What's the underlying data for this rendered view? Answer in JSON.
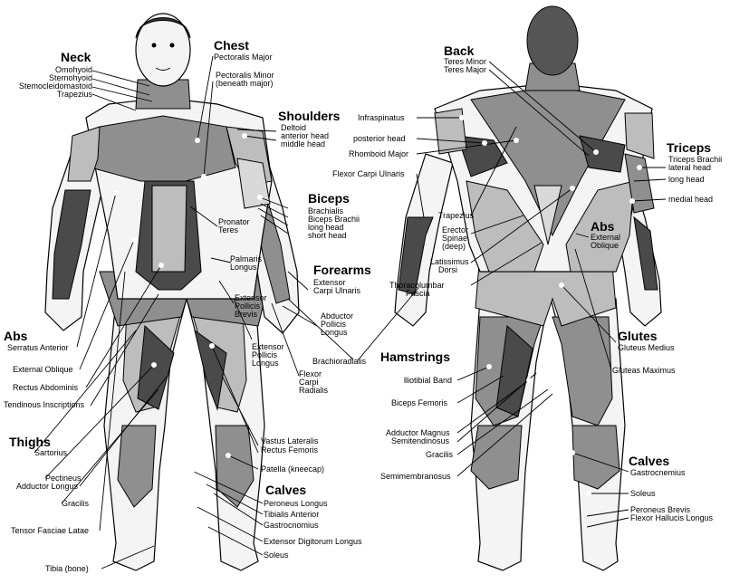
{
  "front": {
    "groups": [
      {
        "id": "neck",
        "title": "Neck",
        "items": [
          "Omohyoid",
          "Sternohyoid",
          "Stemocleidomastoid",
          "Trapezius"
        ]
      },
      {
        "id": "chest",
        "title": "Chest",
        "items": [
          "Pectoralis Major",
          "Pectoralis Minor",
          "(beneath major)"
        ]
      },
      {
        "id": "shoulders",
        "title": "Shoulders",
        "items": [
          "Deltoid",
          "anterior head",
          "middle head"
        ]
      },
      {
        "id": "biceps",
        "title": "Biceps",
        "items": [
          "Brachialis",
          "Biceps Brachii",
          "long head",
          "short head"
        ]
      },
      {
        "id": "forearms",
        "title": "Forearms",
        "items": [
          "Extensor",
          "Carpi Ulnaris"
        ]
      },
      {
        "id": "abs",
        "title": "Abs",
        "items": [
          "Serratus Anterior",
          "External Oblique",
          "Rectus Abdominis",
          "Tendinous Inscriptions"
        ]
      },
      {
        "id": "thighs",
        "title": "Thighs",
        "items": [
          "Sartorius",
          "Pectineus",
          "Adductor Longus",
          "Gracilis",
          "Tensor Fasciae Latae",
          "Tibia (bone)"
        ]
      },
      {
        "id": "calves",
        "title": "Calves",
        "items": [
          "Peroneus Longus",
          "Tibialis Anterior",
          "Gastrocnomius",
          "Extensor Digitorum Longus",
          "Soleus"
        ]
      }
    ],
    "loose": [
      {
        "id": "pronator",
        "lines": [
          "Pronator",
          "Teres"
        ]
      },
      {
        "id": "palmaris",
        "lines": [
          "Palmaris",
          "Longus"
        ]
      },
      {
        "id": "ext-pollicis-brevis",
        "lines": [
          "Extensor",
          "Pollicis",
          "Brevis"
        ]
      },
      {
        "id": "abd-pollicis",
        "lines": [
          "Abductor",
          "Pollicis",
          "Longus"
        ]
      },
      {
        "id": "ext-pollicis-longus",
        "lines": [
          "Extensor",
          "Pollicis",
          "Longus"
        ]
      },
      {
        "id": "flexor-carpi-radialis",
        "lines": [
          "Flexor",
          "Carpi",
          "Radialis"
        ]
      },
      {
        "id": "brachioradialis",
        "lines": [
          "Brachioradialis"
        ]
      },
      {
        "id": "vastus",
        "lines": [
          "Vastus Lateralis",
          "Rectus Femoris"
        ]
      },
      {
        "id": "patella",
        "lines": [
          "Patella (kneecap)"
        ]
      }
    ]
  },
  "back": {
    "groups": [
      {
        "id": "back",
        "title": "Back",
        "items": [
          "Teres Minor",
          "Teres Major"
        ]
      },
      {
        "id": "triceps",
        "title": "Triceps",
        "items": [
          "Triceps Brachii",
          "lateral head",
          "long head",
          "medial head"
        ]
      },
      {
        "id": "abs-back",
        "title": "Abs",
        "items": [
          "External",
          "Oblique"
        ]
      },
      {
        "id": "glutes",
        "title": "Glutes",
        "items": [
          "Gluteus Medius",
          "Gluteas Maximus"
        ]
      },
      {
        "id": "hamstrings",
        "title": "Hamstrings",
        "items": [
          "lliotibial Band",
          "Biceps Femoris",
          "Adductor Magnus",
          "Semitendinosus",
          "Gracilis",
          "Semimembranosus"
        ]
      },
      {
        "id": "calves-back",
        "title": "Calves",
        "items": [
          "Gastrocnemius",
          "Soleus",
          "Peroneus Brevis",
          "Flexor Hallucis Longus"
        ]
      }
    ],
    "loose": [
      {
        "id": "infraspinatus",
        "lines": [
          "Infraspinatus"
        ]
      },
      {
        "id": "posterior",
        "lines": [
          "posterior head"
        ]
      },
      {
        "id": "rhomboid",
        "lines": [
          "Rhomboid Major"
        ]
      },
      {
        "id": "flexor-carpi-ulnaris",
        "lines": [
          "Flexor Carpi Ulnaris"
        ]
      },
      {
        "id": "trapezius-back",
        "lines": [
          "Trapezius"
        ]
      },
      {
        "id": "erector",
        "lines": [
          "Erector",
          "Spinae",
          "(deep)"
        ]
      },
      {
        "id": "latissimus",
        "lines": [
          "Latissimus",
          "Dorsi"
        ]
      },
      {
        "id": "thoracolumbar",
        "lines": [
          "Thoracolumbar",
          "Fascia"
        ]
      }
    ]
  }
}
